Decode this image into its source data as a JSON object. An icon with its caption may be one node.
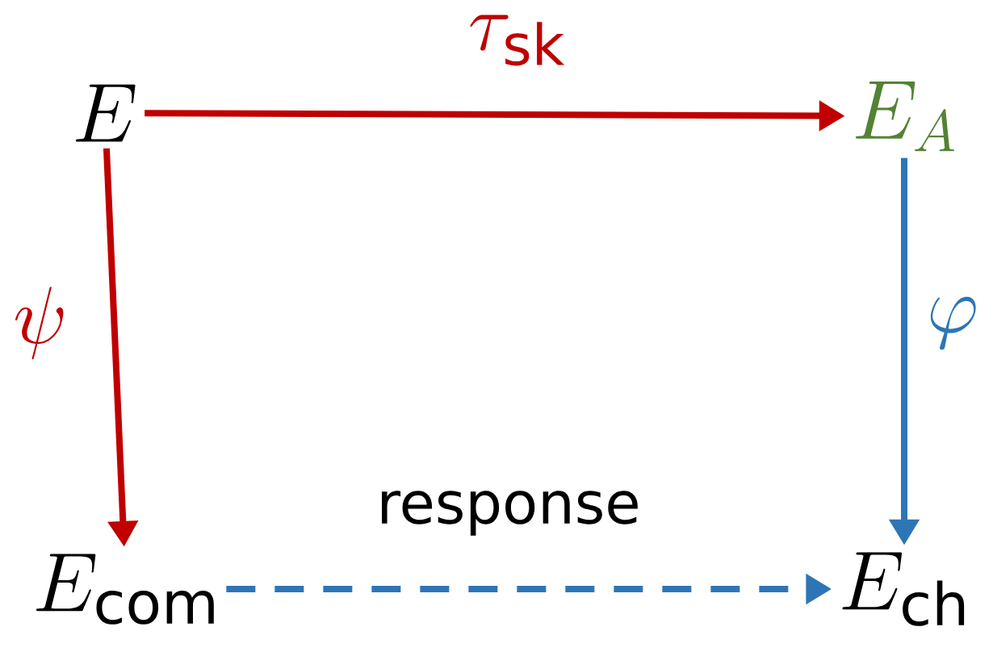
{
  "diagram": {
    "nodes": [
      {
        "text": [
          "E"
        ]
      },
      {
        "text": [
          "E_A"
        ]
      },
      {
        "text": [
          "E_{\\mathrm{com}}"
        ]
      },
      {
        "text": [
          "E_{\\mathrm{ch}}"
        ]
      }
    ],
    "edges": [
      {
        "from": 0,
        "to": 1,
        "arrow": "to",
        "label": "\\tau_{\\mathrm{sk}}",
        "color": "#c00000"
      },
      {
        "from": 0,
        "to": 2,
        "arrow": "to",
        "label": "\\psi",
        "color": "#c00000"
      },
      {
        "from": 1,
        "to": 3,
        "arrow": "to",
        "label": "\\varphi",
        "color": "#2e75b6"
      },
      {
        "from": 2,
        "to": 3,
        "arrow": "to",
        "label": "response",
        "style": "dashed",
        "color": "#2e75b6"
      }
    ]
  }
}
